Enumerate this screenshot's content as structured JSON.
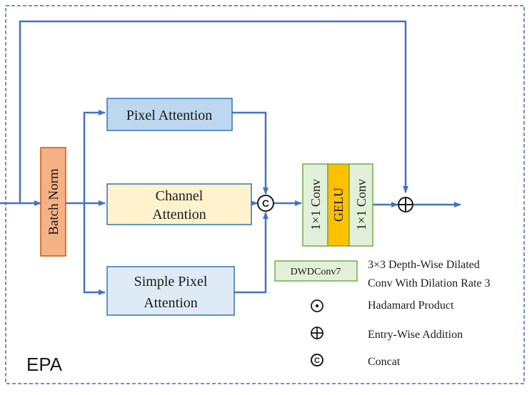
{
  "module_label": "EPA",
  "blocks": {
    "batch_norm": "Batch Norm",
    "pixel_attention": "Pixel Attention",
    "channel_attention": [
      "Channel",
      "Attention"
    ],
    "simple_pixel_attention": [
      "Simple Pixel",
      "Attention"
    ],
    "conv_left": "1×1 Conv",
    "gelu": "GELU",
    "conv_right": "1×1 Conv"
  },
  "symbols": {
    "concat": "C",
    "addition": "+",
    "hadamard": "•"
  },
  "legend": {
    "dwdconv_box": "DWDConv7",
    "dwdconv_desc": [
      "3×3  Depth-Wise Dilated",
      "Conv With Dilation Rate 3"
    ],
    "hadamard": "Hadamard Product",
    "addition": "Entry-Wise Addition",
    "concat": "Concat"
  },
  "colors": {
    "arrow": "#4472c4",
    "border_dashed": "#4a6fa5",
    "batch_norm_fill": "#f4b183",
    "batch_norm_stroke": "#c55a11",
    "pixel_attention_fill": "#bdd7ee",
    "channel_attention_fill": "#fff2cc",
    "simple_pixel_fill": "#deebf7",
    "block_stroke": "#2e75b6",
    "conv_fill": "#e2f0d9",
    "conv_stroke": "#70ad47",
    "gelu_fill": "#ffc000"
  }
}
